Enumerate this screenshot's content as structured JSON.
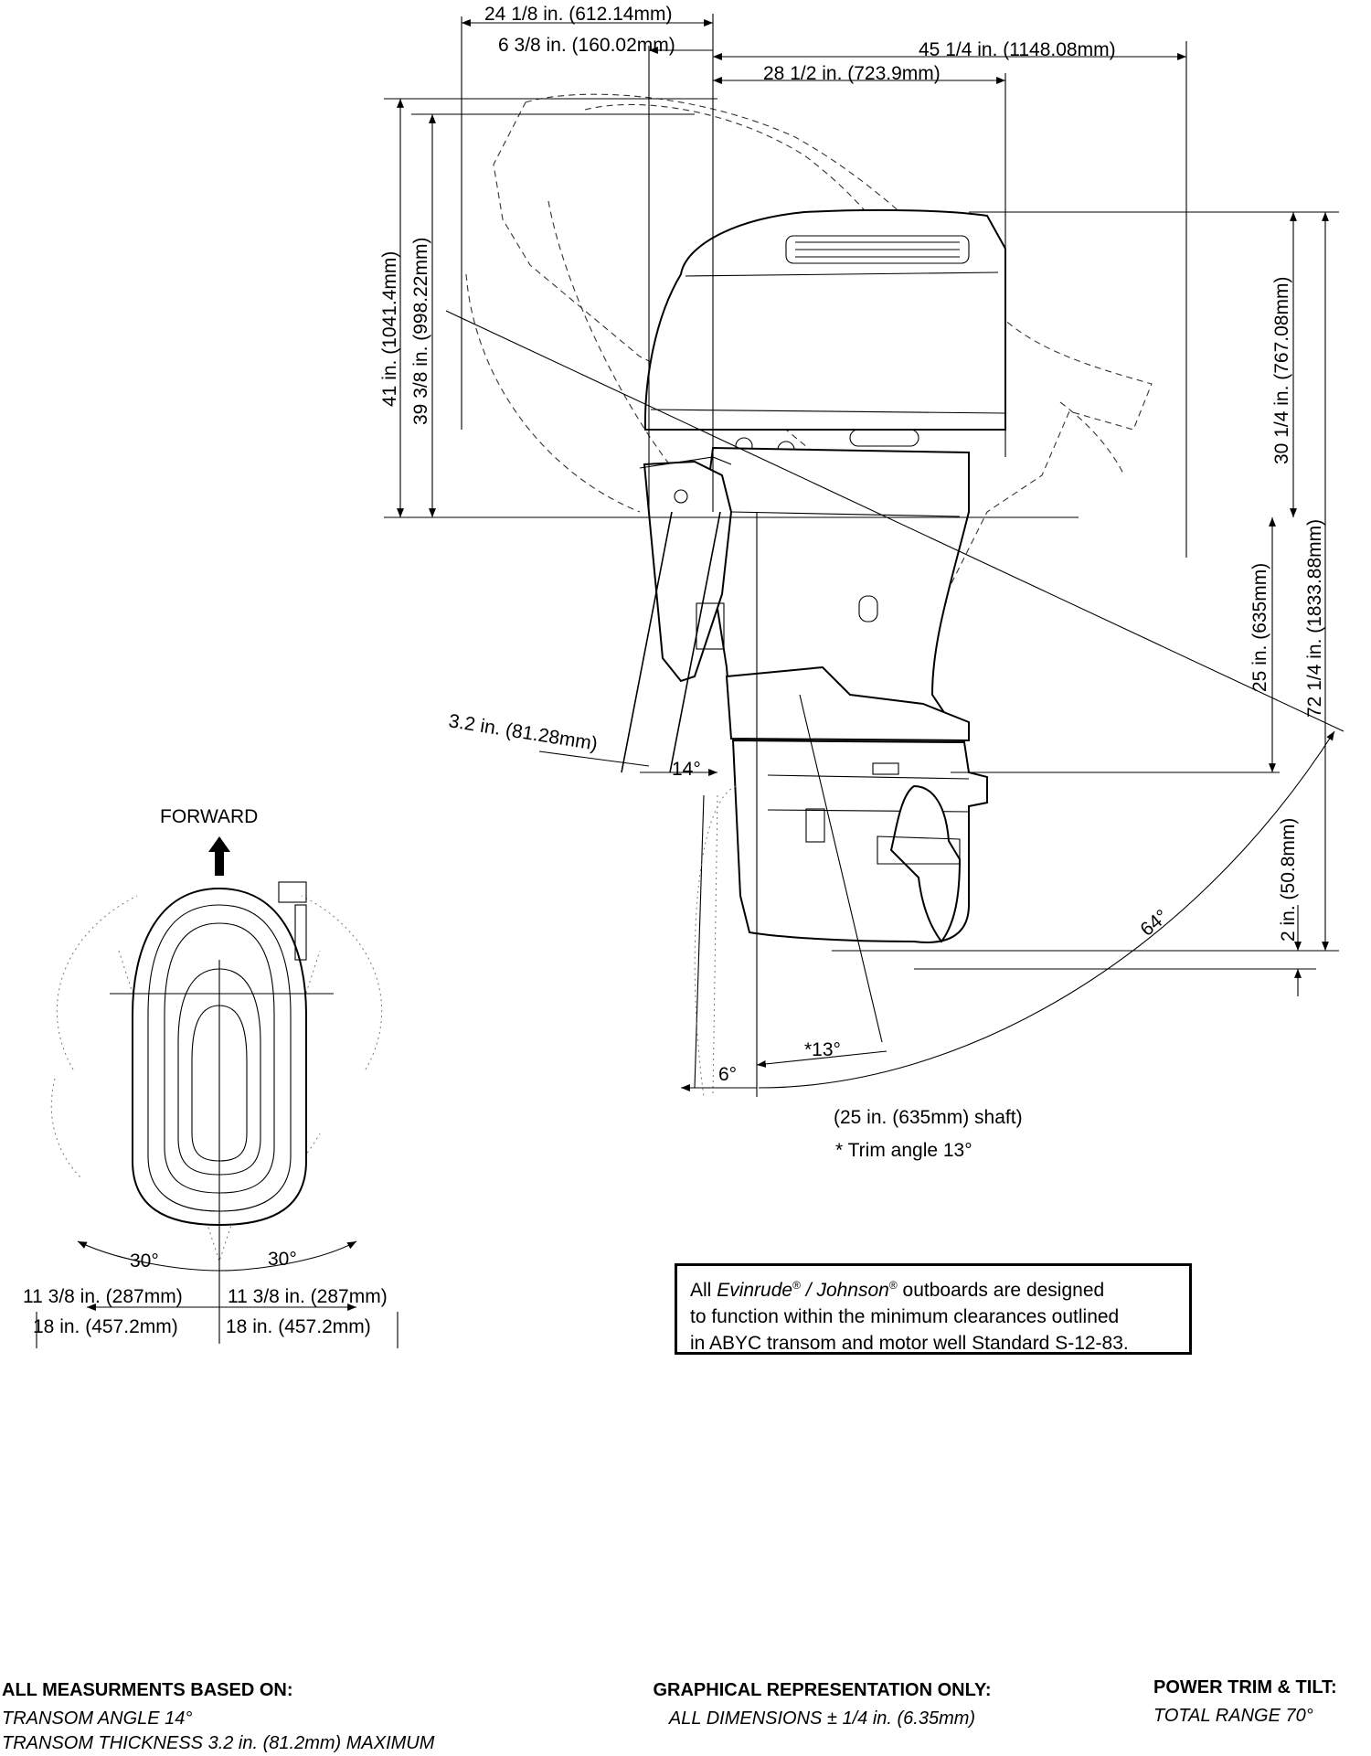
{
  "dimensions": {
    "top_width_1": "24 1/8 in. (612.14mm)",
    "top_width_2": "6 3/8 in. (160.02mm)",
    "top_width_3": "45 1/4 in. (1148.08mm)",
    "top_width_4": "28 1/2 in. (723.9mm)",
    "left_height_1": "41 in. (1041.4mm)",
    "left_height_2": "39 3/8 in. (998.22mm)",
    "right_height_1": "30 1/4 in. (767.08mm)",
    "right_height_2": "72 1/4 in. (1833.88mm)",
    "right_height_3": "25 in. (635mm)",
    "right_height_4": "2 in. (50.8mm)",
    "transom_thickness": "3.2 in. (81.28mm)",
    "transom_angle": "14°",
    "tilt_angle": "64°",
    "trim_angle_neg": "6°",
    "trim_angle_pos": "*13°",
    "shaft_note": "(25 in. (635mm) shaft)",
    "trim_note": "* Trim angle 13°"
  },
  "top_view": {
    "forward_label": "FORWARD",
    "steer_left": "30°",
    "steer_right": "30°",
    "left_clear_1": "11 3/8 in. (287mm)",
    "right_clear_1": "11 3/8 in. (287mm)",
    "left_clear_2": "18 in. (457.2mm)",
    "right_clear_2": "18 in. (457.2mm)"
  },
  "note": {
    "prefix": "All ",
    "brand1": "Evinrude",
    "reg": "®",
    "sep": " / ",
    "brand2": "Johnson",
    "line1_rest": " outboards are designed",
    "line2": "to function within the minimum clearances outlined",
    "line3": "in ABYC transom and motor well Standard S-12-83."
  },
  "footer": {
    "left_heading": "ALL MEASURMENTS BASED ON:",
    "left_line1": "TRANSOM ANGLE 14°",
    "left_line2": "TRANSOM THICKNESS 3.2 in. (81.2mm) MAXIMUM",
    "center_heading": "GRAPHICAL REPRESENTATION ONLY:",
    "center_line1": "ALL DIMENSIONS ± 1/4 in. (6.35mm)",
    "right_heading": "POWER TRIM & TILT:",
    "right_line1": "TOTAL RANGE 70°"
  }
}
